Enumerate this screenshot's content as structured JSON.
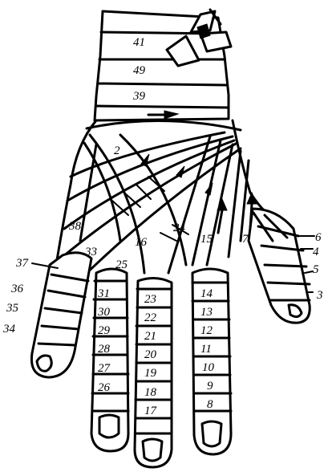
{
  "labels": {
    "l41": "41",
    "l49": "49",
    "l39": "39",
    "l2": "2",
    "l38": "38",
    "l33": "33",
    "l16": "16",
    "l25": "25",
    "l24": "24",
    "l15": "15",
    "l7": "7",
    "l37": "37",
    "l36": "36",
    "l35": "35",
    "l34": "34",
    "l31": "31",
    "l30": "30",
    "l29": "29",
    "l28": "28",
    "l27": "27",
    "l26": "26",
    "l23": "23",
    "l22": "22",
    "l21": "21",
    "l20": "20",
    "l19": "19",
    "l18": "18",
    "l17": "17",
    "l14": "14",
    "l13": "13",
    "l12": "12",
    "l11": "11",
    "l10": "10",
    "l9": "9",
    "l8": "8",
    "l6": "6",
    "l4": "4",
    "l5": "5",
    "l3": "3"
  },
  "colors": {
    "ink": "#000000",
    "paper": "#ffffff"
  },
  "icons": [
    "bandage-knot",
    "direction-arrow"
  ]
}
